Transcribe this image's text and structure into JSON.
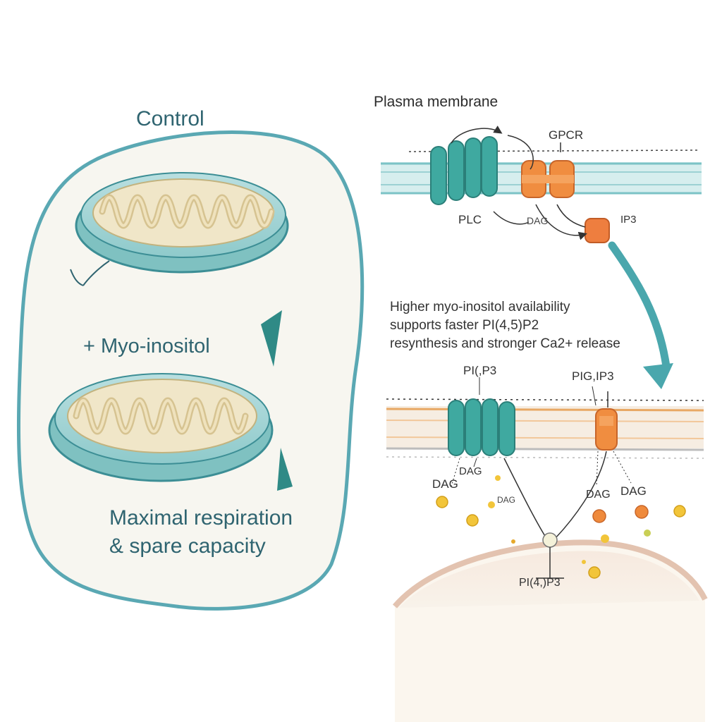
{
  "left_panel": {
    "control_label": "Control",
    "treatment_label": "+ Myo-inositol",
    "result_line_1": "Maximal respiration",
    "result_line_2": "& spare capacity"
  },
  "right_panel": {
    "membrane_label": "Plasma membrane",
    "gpcr_label": "GPCR",
    "plc_label": "PLC",
    "dag_label_top": "DAG",
    "ip3_label_top": "IP3",
    "description_line_1": "Higher myo-inositol availability",
    "description_line_2": "supports faster PI(4,5)P2",
    "description_line_3": "resynthesis and stronger Ca2+ release",
    "pip3_label_left": "PI(,P3",
    "pip3_label_right": "PIG,IP3",
    "dag_labels": [
      "DAG",
      "DAG",
      "DAG",
      "DAG",
      "DAG"
    ],
    "pi45_label_bottom": "PI(4,)P3"
  },
  "colors": {
    "teal": "#3fa9a0",
    "teal_dark": "#2f6470",
    "orange": "#ef8a3c",
    "cream": "#eadcb6",
    "membrane": "#cfe9ea"
  }
}
